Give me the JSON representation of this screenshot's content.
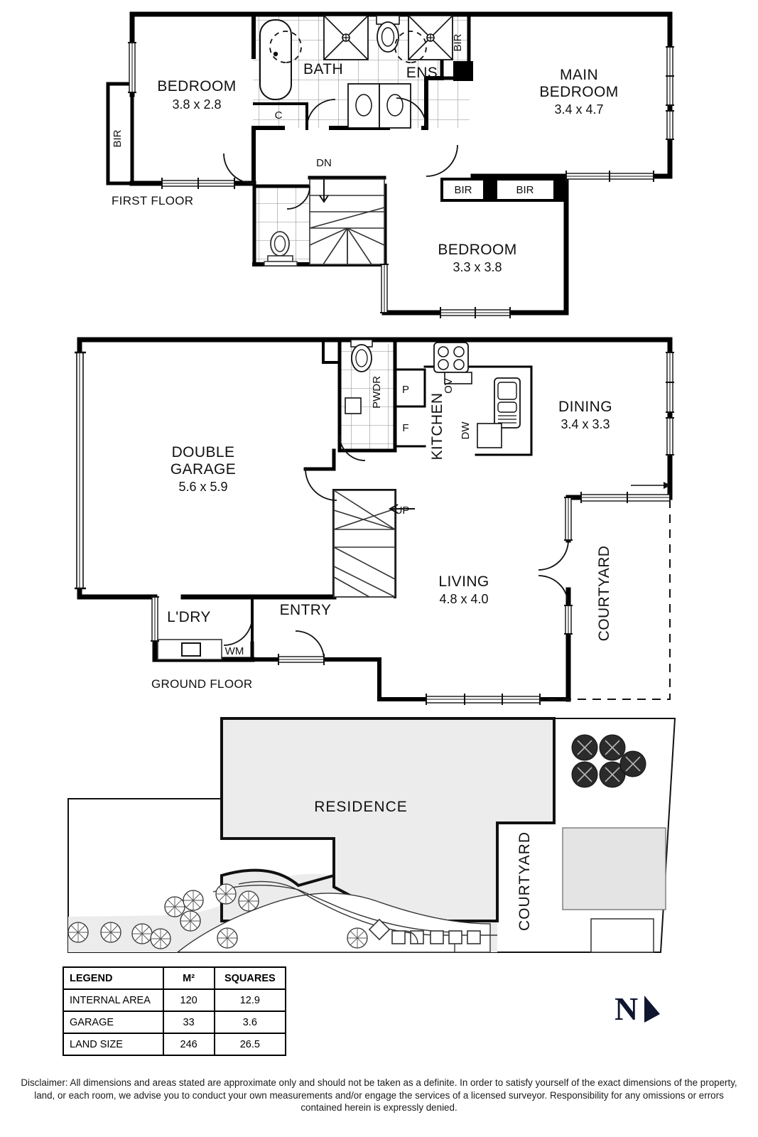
{
  "floors": {
    "first": {
      "label": "FIRST FLOOR",
      "rooms": [
        {
          "name": "BEDROOM",
          "dim": "3.8 x 2.8"
        },
        {
          "name": "MAIN\nBEDROOM",
          "dim": "3.4 x 4.7"
        },
        {
          "name": "BEDROOM",
          "dim": "3.3 x 3.8"
        }
      ],
      "bedroom1_name": "BEDROOM",
      "bedroom1_dim": "3.8 x 2.8",
      "main_bedroom_line1": "MAIN",
      "main_bedroom_line2": "BEDROOM",
      "main_bedroom_dim": "3.4 x 4.7",
      "bedroom3_name": "BEDROOM",
      "bedroom3_dim": "3.3 x 3.8",
      "bath_label": "BATH",
      "ens_label": "ENS",
      "robe_left": "BIR",
      "robe_ens": "BIR",
      "robe_bed3_a": "BIR",
      "robe_bed3_b": "BIR",
      "closet_label": "C",
      "stair_dir": "DN"
    },
    "ground": {
      "label": "GROUND FLOOR",
      "garage_line1": "DOUBLE",
      "garage_line2": "GARAGE",
      "garage_dim": "5.6 x 5.9",
      "kitchen_label": "KITCHEN",
      "dining_name": "DINING",
      "dining_dim": "3.4 x 3.3",
      "living_name": "LIVING",
      "living_dim": "4.8 x 4.0",
      "courtyard_label": "COURTYARD",
      "powder_label": "PWDR",
      "pantry_label": "P",
      "fridge_label": "F",
      "oven_label": "OV",
      "dishwasher_label": "DW",
      "laundry_label": "L'DRY",
      "washing_machine_label": "WM",
      "entry_label": "ENTRY",
      "stair_dir": "UP"
    }
  },
  "site": {
    "residence_label": "RESIDENCE",
    "courtyard_label": "COURTYARD"
  },
  "legend": {
    "headers": [
      "LEGEND",
      "M²",
      "SQUARES"
    ],
    "rows": [
      {
        "name": "INTERNAL AREA",
        "m2": "120",
        "squares": "12.9"
      },
      {
        "name": "GARAGE",
        "m2": "33",
        "squares": "3.6"
      },
      {
        "name": "LAND SIZE",
        "m2": "246",
        "squares": "26.5"
      }
    ]
  },
  "compass": {
    "letter": "N"
  },
  "disclaimer": {
    "text": "Disclaimer: All dimensions and areas stated are approximate only and should not be taken as a definite. In order to satisfy yourself of the exact dimensions of the property, land, or each room, we advise you to conduct your own measurements and/or engage the services of a licensed surveyor. Responsibility for any omissions or errors contained herein is expressly denied."
  },
  "colors": {
    "wall": "#000000",
    "fill_light": "#ececec",
    "fill_white": "#ffffff",
    "compass": "#10162f",
    "line_thin": "#333333"
  }
}
